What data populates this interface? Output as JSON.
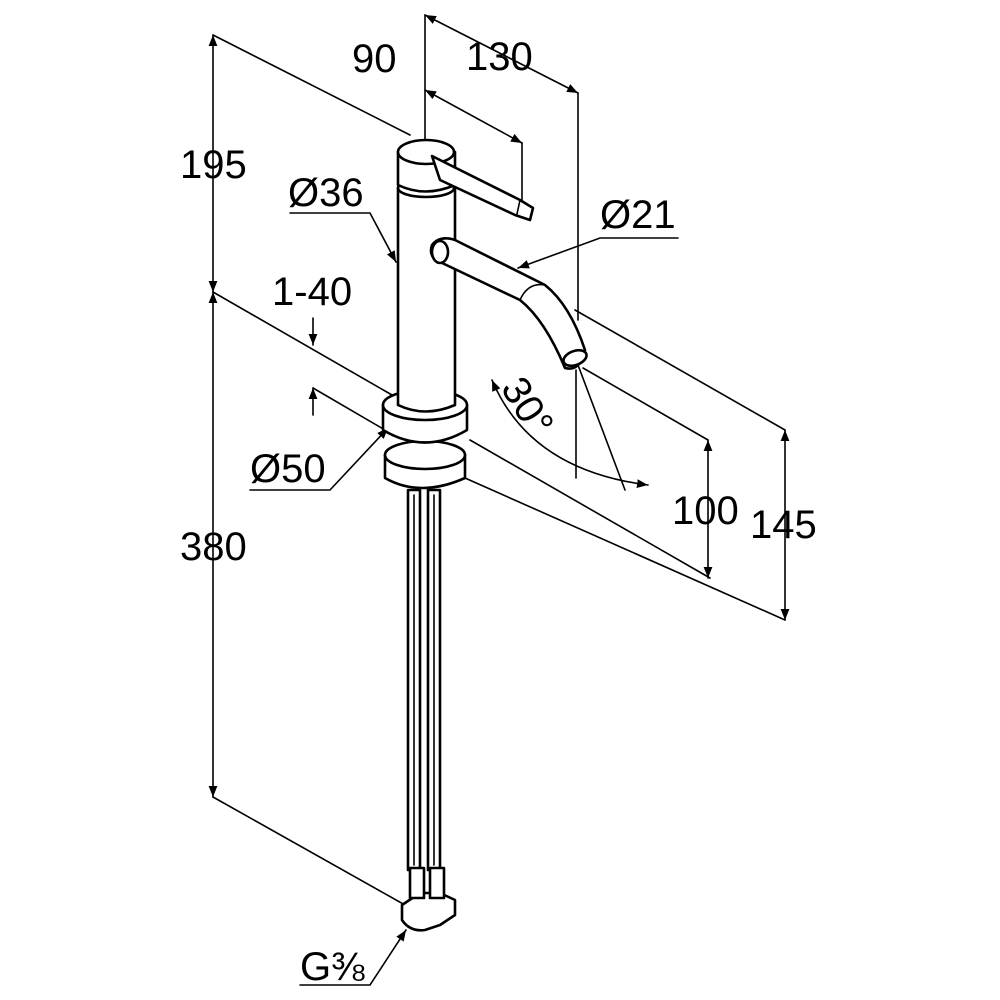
{
  "dimensions": {
    "d90": "90",
    "d130": "130",
    "d195": "195",
    "dia36": "Ø36",
    "dia21": "Ø21",
    "range140": "1-40",
    "angle30": "30°",
    "dia50": "Ø50",
    "d100": "100",
    "d145": "145",
    "d380": "380",
    "thread": "G⅜"
  },
  "colors": {
    "line": "#000000",
    "background": "#ffffff"
  }
}
